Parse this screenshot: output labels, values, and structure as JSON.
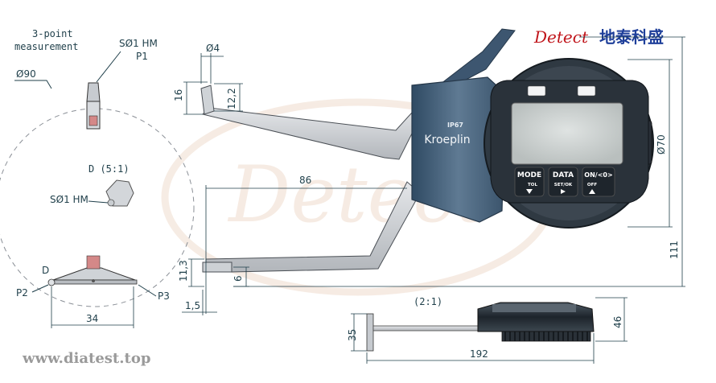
{
  "brand": {
    "name_en": "Detect",
    "name_cn": "地泰科盛",
    "website": "www.diatest.top",
    "watermark": "Detect"
  },
  "product": {
    "maker": "Kroeplin",
    "ip_rating": "IP67"
  },
  "buttons": {
    "mode": {
      "label": "MODE",
      "sub": "TOL"
    },
    "data": {
      "label": "DATA",
      "sub": "SET/OK"
    },
    "onoff": {
      "label": "ON/<0>",
      "sub": "OFF"
    }
  },
  "notes": {
    "three_point": [
      "3-point",
      "measurement"
    ],
    "sphere_top": "SØ1 HM",
    "p1": "P1",
    "p2": "P2",
    "p3": "P3",
    "detail": "D (5:1)",
    "sphere_detail": "SØ1 HM",
    "d_mark": "D",
    "side_scale": "(2:1)"
  },
  "dims": {
    "d90": "Ø90",
    "d4": "Ø4",
    "h16": "16",
    "h12_2": "12,2",
    "l86": "86",
    "d70": "Ø70",
    "h111": "111",
    "h11_3": "11,3",
    "h6": "6",
    "w1_5": "1,5",
    "w34": "34",
    "h35": "35",
    "w192": "192",
    "h46": "46"
  }
}
